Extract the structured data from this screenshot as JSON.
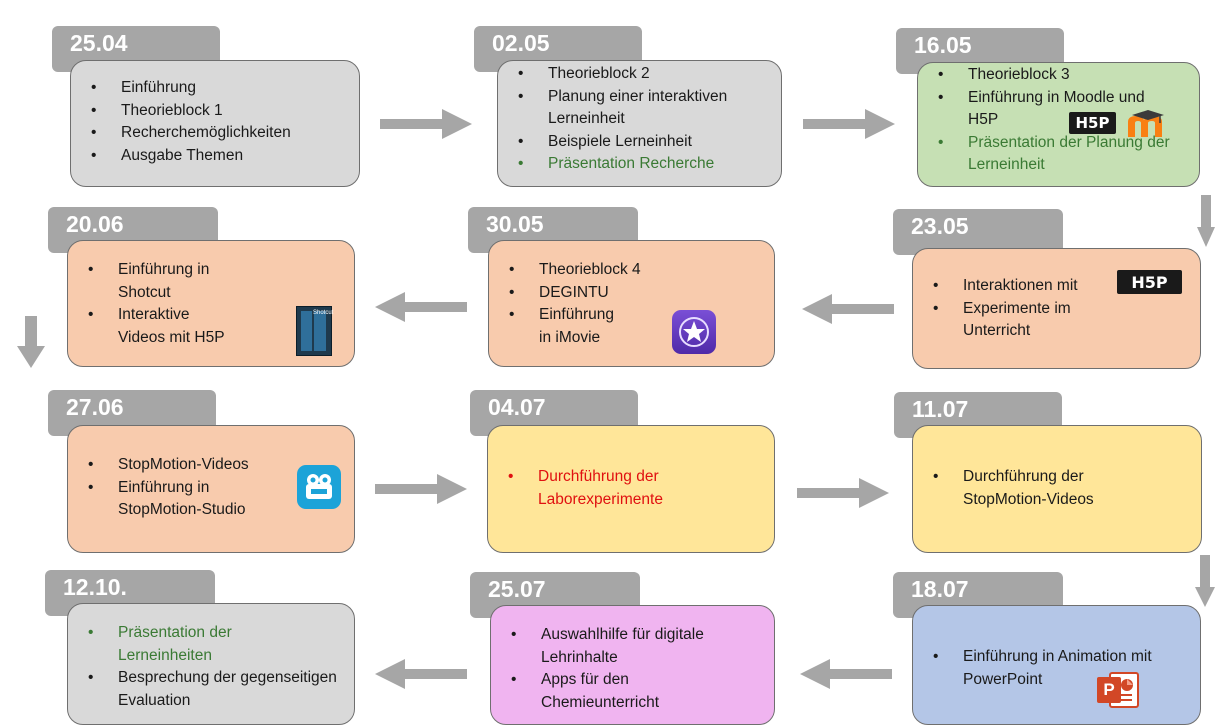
{
  "colors": {
    "tab": "#a6a6a6",
    "gray": "#d9d9d9",
    "green": "#c6e0b4",
    "orange": "#f8cbad",
    "yellow": "#ffe699",
    "purple": "#f0b4f0",
    "blue": "#b4c6e7",
    "arrow": "#a6a6a6",
    "highlight_green": "#3a7a34",
    "highlight_red": "#e01010"
  },
  "sessions": [
    {
      "date": "25.04",
      "items": [
        "Einführung",
        "Theorieblock 1",
        "Recherchemöglichkeiten",
        "Ausgabe Themen"
      ]
    },
    {
      "date": "02.05",
      "items": [
        "Theorieblock 2",
        "Planung einer interaktiven Lerneinheit",
        "Beispiele Lerneinheit",
        "Präsentation Recherche"
      ]
    },
    {
      "date": "16.05",
      "items": [
        "Theorieblock 3",
        "Einführung in Moodle und H5P",
        "Präsentation der Planung der Lerneinheit"
      ]
    },
    {
      "date": "20.06",
      "items": [
        "Einführung in Shotcut",
        "Interaktive Videos mit H5P"
      ]
    },
    {
      "date": "30.05",
      "items": [
        "Theorieblock 4",
        "DEGINTU",
        "Einführung in iMovie"
      ]
    },
    {
      "date": "23.05",
      "items": [
        "Interaktionen mit",
        "Experimente im Unterricht"
      ]
    },
    {
      "date": "27.06",
      "items": [
        "StopMotion-Videos",
        "Einführung in StopMotion-Studio"
      ]
    },
    {
      "date": "04.07",
      "items": [
        "Durchführung der Laborexperimente"
      ]
    },
    {
      "date": "11.07",
      "items": [
        "Durchführung der StopMotion-Videos"
      ]
    },
    {
      "date": "12.10.",
      "items": [
        "Präsentation der Lerneinheiten",
        "Besprechung der gegenseitigen Evaluation"
      ]
    },
    {
      "date": "25.07",
      "items": [
        "Auswahlhilfe für digitale Lehrinhalte",
        "Apps für den Chemieunterricht"
      ]
    },
    {
      "date": "18.07",
      "items": [
        "Einführung in Animation mit PowerPoint"
      ]
    }
  ],
  "logos": {
    "h5p": "H5P",
    "shotcut": "Shotcut",
    "powerpoint": "P"
  },
  "icons": [
    "h5p-logo-icon",
    "moodle-logo-icon",
    "shotcut-logo-icon",
    "imovie-star-icon",
    "stopmotion-camera-icon",
    "powerpoint-icon"
  ]
}
